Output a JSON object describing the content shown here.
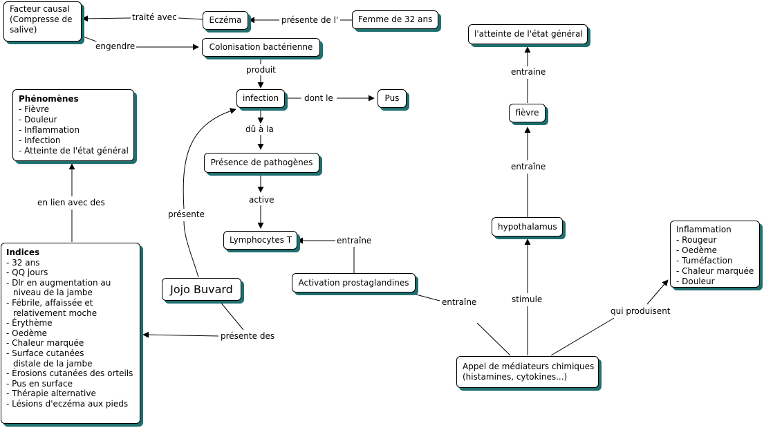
{
  "nodes": {
    "facteur": {
      "lines": [
        "Facteur causal",
        "(Compresse de",
        "salive)"
      ]
    },
    "eczema": {
      "text": "Eczéma"
    },
    "femme": {
      "text": "Femme de 32 ans"
    },
    "colonisation": {
      "text": "Colonisation bactérienne"
    },
    "infection": {
      "text": "infection"
    },
    "pus": {
      "text": "Pus"
    },
    "pathogenes": {
      "text": "Présence de pathogènes"
    },
    "lymphocytes": {
      "text": "Lymphocytes T"
    },
    "prostaglandines": {
      "text": "Activation prostaglandines"
    },
    "jojo": {
      "text": "Jojo Buvard"
    },
    "mediateurs": {
      "lines": [
        "Appel de médiateurs chimiques",
        "(histamines, cytokines...)"
      ]
    },
    "hypothalamus": {
      "text": "hypothalamus"
    },
    "fievre": {
      "text": "fièvre"
    },
    "atteinte": {
      "text": "l'atteinte de l'état général"
    },
    "phenomenes": {
      "title": "Phénomènes",
      "items": [
        "- Fièvre",
        "- Douleur",
        "- Inflammation",
        "- Infection",
        "- Atteinte de l'état général"
      ]
    },
    "inflammation": {
      "title": "Inflammation",
      "items": [
        "- Rougeur",
        "- Oedème",
        "- Tuméfaction",
        "- Chaleur marquée",
        "- Douleur"
      ]
    },
    "indices": {
      "title": "Indices",
      "items": [
        "- 32 ans",
        "- QQ jours",
        "- Dlr en augmentation au",
        "niveau de la jambe",
        "- Fébrile, affaissée et",
        "relativement moche",
        "- Érythème",
        "- Oedème",
        "- Chaleur marquée",
        "- Surface cutanées",
        "distale de la jambe",
        "- Érosions cutanées des orteils",
        "- Pus en surface",
        "- Thérapie alternative",
        "- Lésions d'eczéma aux pieds"
      ]
    }
  },
  "links": {
    "traite_avec": "traité avec",
    "presente_de_l": "présente de l'",
    "engendre": "engendre",
    "produit": "produit",
    "dont_le": "dont le",
    "du_a_la": "dû à la",
    "active": "active",
    "entraine_lympho": "entraîne",
    "entraine_prosta": "entraîne",
    "stimule": "stimule",
    "qui_produisent": "qui produisent",
    "entraine_fievre": "entraîne",
    "entraine_atteinte": "entraine",
    "en_lien_avec_des": "en lien avec des",
    "presente": "présente",
    "presente_des": "présente des"
  },
  "colors": {
    "shadow": "#1f6f6f",
    "line": "#000000"
  }
}
